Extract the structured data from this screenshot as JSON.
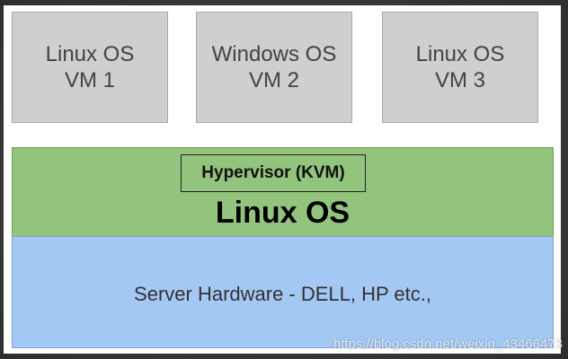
{
  "vms": [
    {
      "line1": "Linux OS",
      "line2": "VM 1"
    },
    {
      "line1": "Windows OS",
      "line2": "VM 2"
    },
    {
      "line1": "Linux OS",
      "line2": "VM 3"
    }
  ],
  "hypervisor": {
    "label": "Hypervisor (KVM)"
  },
  "host_os": {
    "label": "Linux OS"
  },
  "hardware": {
    "label": "Server Hardware - DELL, HP etc.,"
  },
  "watermark": "https://blog.csdn.net/weixin_43466473",
  "colors": {
    "vm_box": "#cfcfcf",
    "host_os_layer": "#93c47d",
    "hardware_layer": "#a4c8f4"
  }
}
